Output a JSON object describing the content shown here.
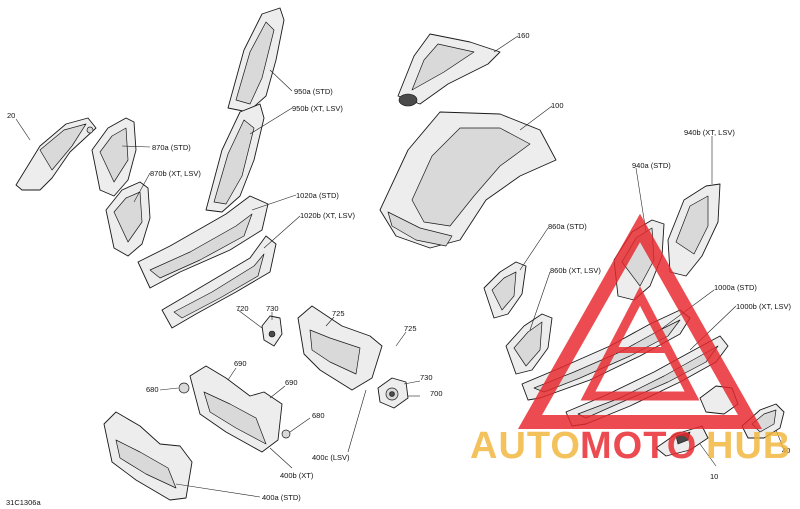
{
  "diagram": {
    "drawing_code": "31C1306a",
    "labels": {
      "p10": "10",
      "p20": "20",
      "p100": "100",
      "p160": "160",
      "p400a": "400a (STD)",
      "p400b": "400b (XT)",
      "p400c": "400c (LSV)",
      "p680a": "680",
      "p680b": "680",
      "p690a": "690",
      "p690b": "690",
      "p700": "700",
      "p720": "720",
      "p725a": "725",
      "p725b": "725",
      "p730a": "730",
      "p730b": "730",
      "p860a": "860a (STD)",
      "p860b": "860b (XT, LSV)",
      "p870a": "870a (STD)",
      "p870b": "870b (XT, LSV)",
      "p940a": "940a (STD)",
      "p940b": "940b (XT, LSV)",
      "p950a": "950a (STD)",
      "p950b": "950b (XT, LSV)",
      "p1000a": "1000a (STD)",
      "p1000b": "1000b (XT, LSV)",
      "p1020a": "1020a (STD)",
      "p1020b": "1020b (XT, LSV)",
      "p40": "40"
    }
  },
  "watermark": {
    "part1": "AUTO",
    "part2": "MOTO",
    "part3": "HUB",
    "color_gold": "#f2b53a",
    "color_red": "#e8262b"
  }
}
